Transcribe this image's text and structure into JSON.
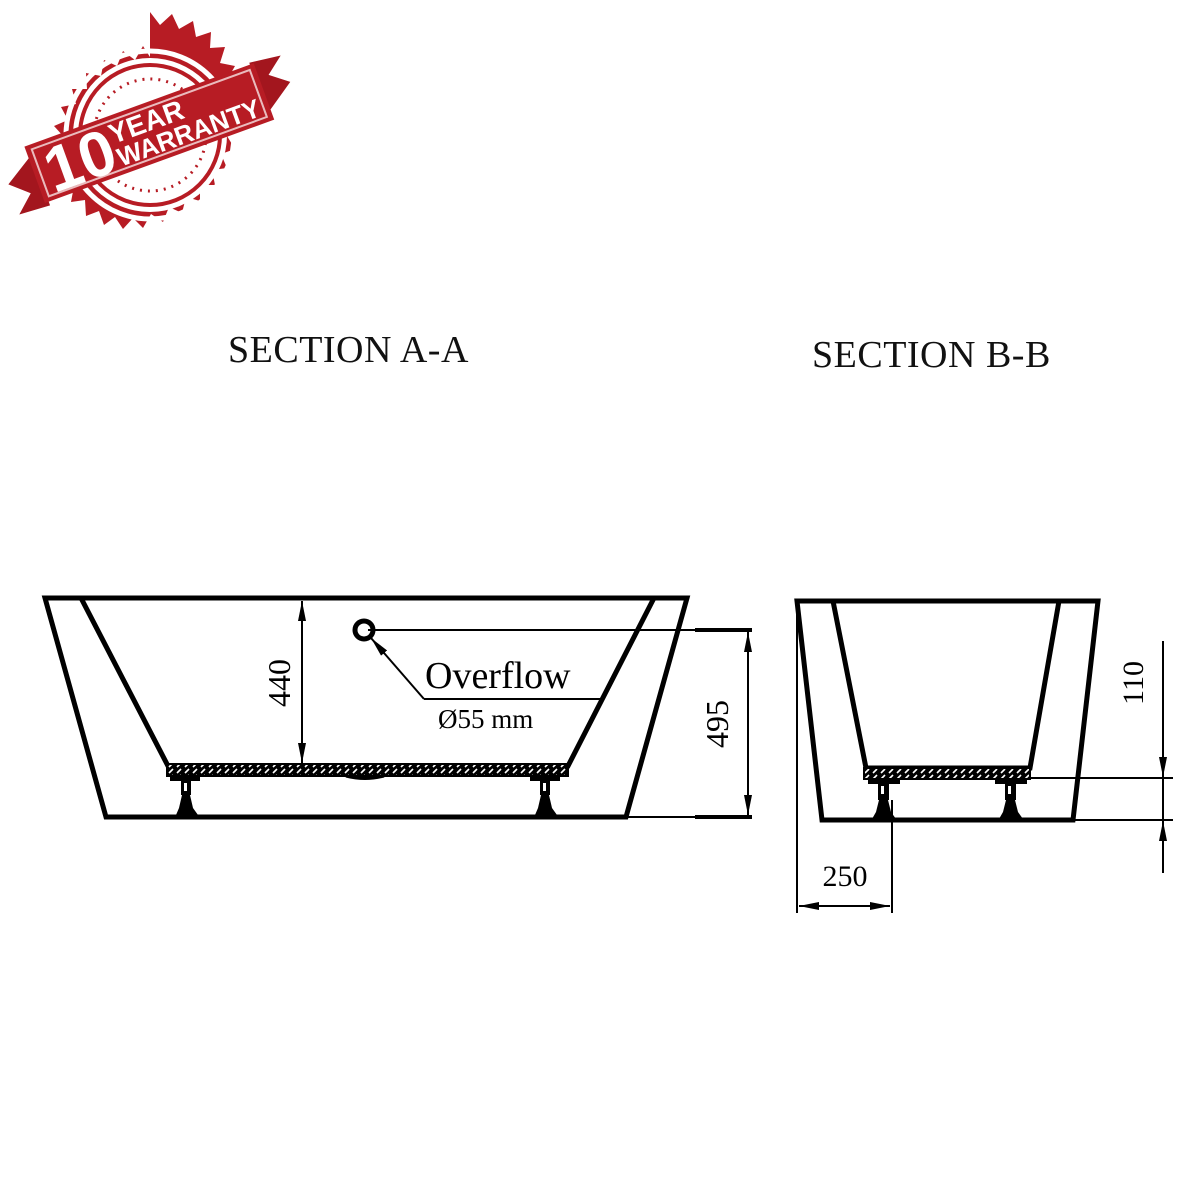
{
  "badge": {
    "number": "10",
    "line1": "YEAR",
    "line2": "WARRANTY",
    "color": "#b71c24"
  },
  "sections": [
    {
      "id": "A-A",
      "title": "SECTION  A-A",
      "dimensions": {
        "inner_depth": "440",
        "overall_height": "495"
      },
      "callout": {
        "label": "Overflow",
        "sublabel": "Ø55  mm"
      }
    },
    {
      "id": "B-B",
      "title": "SECTION  B-B",
      "dimensions": {
        "leg_clearance": "110",
        "leg_offset": "250"
      }
    }
  ],
  "colors": {
    "line": "#000000",
    "background": "#ffffff"
  }
}
